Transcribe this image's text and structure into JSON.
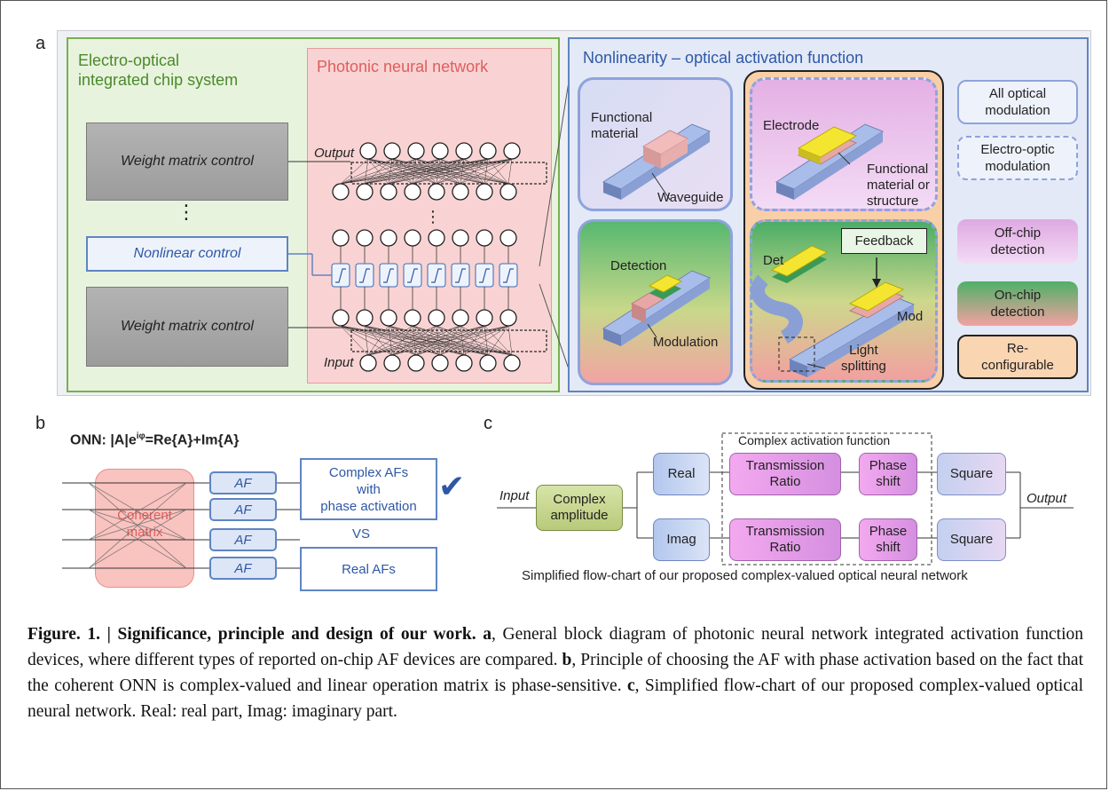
{
  "panel_a": {
    "letter": "a",
    "system_title_line1": "Electro-optical",
    "system_title_line2": "integrated chip system",
    "weight_matrix_top": "Weight matrix control",
    "weight_matrix_bottom": "Weight matrix control",
    "vertical_dots": "⋮",
    "nonlinear_control": "Nonlinear control",
    "pnn_title": "Photonic neural network",
    "output_label": "Output",
    "input_label": "Input",
    "nonlinearity_title": "Nonlinearity – optical activation function",
    "tile_all_optical": {
      "material_line1": "Functional",
      "material_line2": "material",
      "waveguide": "Waveguide"
    },
    "tile_electro_optic": {
      "electrode": "Electrode",
      "material_line1": "Functional",
      "material_line2": "material or",
      "material_line3": "structure"
    },
    "tile_on_chip": {
      "detection": "Detection",
      "modulation": "Modulation"
    },
    "tile_feedback": {
      "det": "Det",
      "feedback": "Feedback",
      "mod": "Mod",
      "split_line1": "Light",
      "split_line2": "splitting"
    },
    "legend": [
      {
        "line1": "All optical",
        "line2": "modulation"
      },
      {
        "line1": "Electro-optic",
        "line2": "modulation"
      },
      {
        "line1": "Off-chip",
        "line2": "detection"
      },
      {
        "line1": "On-chip",
        "line2": "detection"
      },
      {
        "line1": "Re-",
        "line2": "configurable"
      }
    ]
  },
  "panel_b": {
    "letter": "b",
    "title": "ONN: |A|e",
    "title_sup": "iφ",
    "title_rest": "=Re{A}+Im{A}",
    "matrix_line1": "Coherent",
    "matrix_line2": "matrix",
    "af_labels": [
      "AF",
      "AF",
      "AF",
      "AF"
    ],
    "complex_line1": "Complex AFs",
    "complex_line2": "with",
    "complex_line3": "phase activation",
    "checkmark": "✔",
    "vs": "VS",
    "real_afs": "Real AFs"
  },
  "panel_c": {
    "letter": "c",
    "input": "Input",
    "output": "Output",
    "complex_amp_line1": "Complex",
    "complex_amp_line2": "amplitude",
    "real": "Real",
    "imag": "Imag",
    "caf_title": "Complex activation function",
    "tr_line1": "Transmission",
    "tr_line2": "Ratio",
    "ps_line1": "Phase",
    "ps_line2": "shift",
    "square": "Square",
    "subtitle": "Simplified flow-chart of our proposed complex-valued optical neural network"
  },
  "caption": {
    "figure_label": "Figure. 1. | Significance, principle and design of our work.",
    "a_key": "a",
    "a_text": ", General block diagram of photonic neural network integrated activation function devices, where different types of reported on-chip AF devices are compared.",
    "b_key": "b",
    "b_text": ", Principle of choosing the AF with phase activation based on the fact that the coherent ONN is complex-valued and linear operation matrix is phase-sensitive.",
    "c_key": "c",
    "c_text": ", Simplified flow-chart of our proposed complex-valued optical neural network. Real: real part, Imag: imaginary part."
  },
  "colors": {
    "green": "#78b050",
    "blue": "#5f84c3",
    "pink": "#f9d3d3",
    "orange": "#f8cfa6",
    "check": "#2e58a6"
  }
}
